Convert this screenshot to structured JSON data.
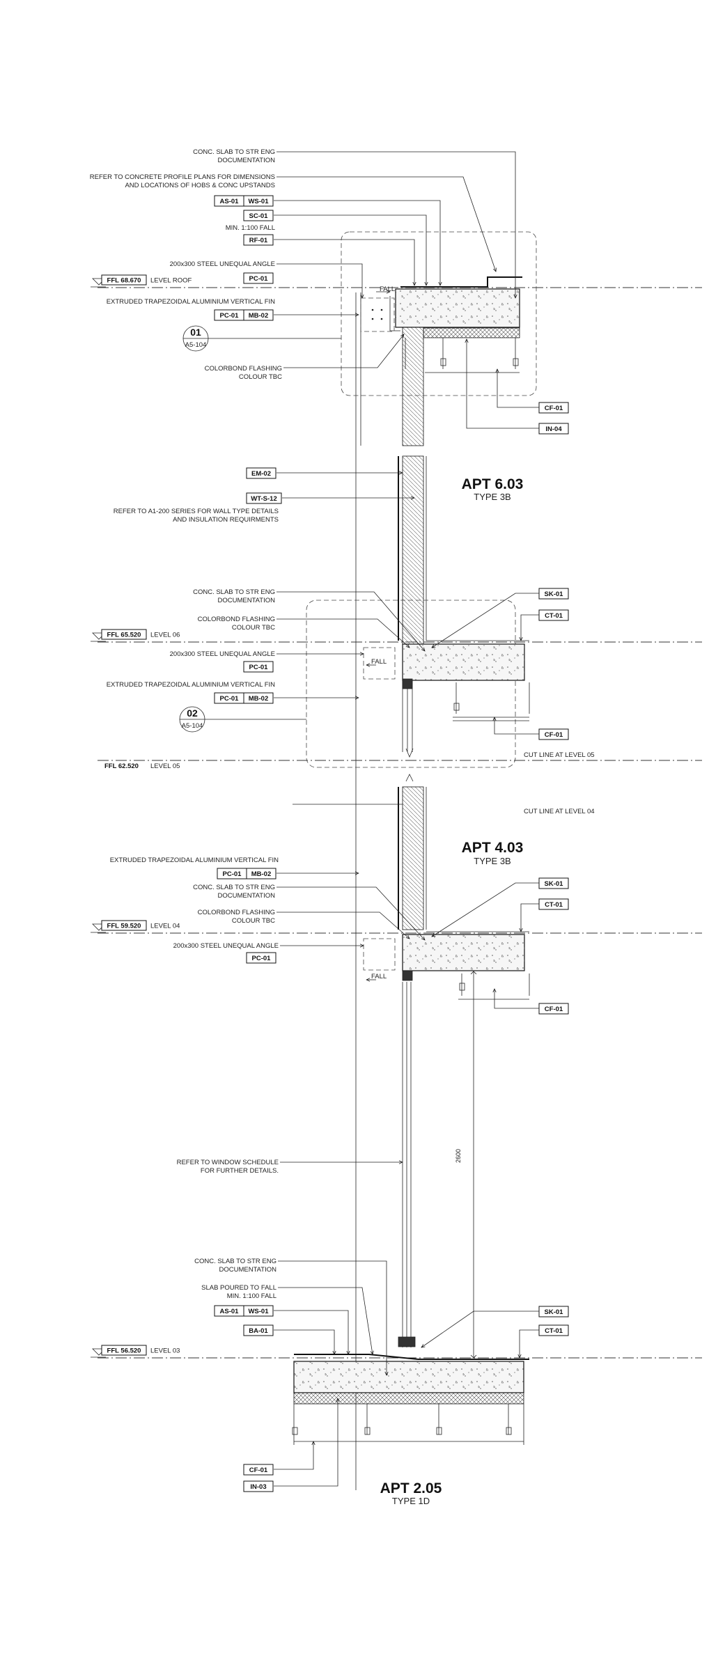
{
  "levels": [
    {
      "ffl": "FFL 68.670",
      "name": "LEVEL ROOF"
    },
    {
      "ffl": "FFL 65.520",
      "name": "LEVEL 06"
    },
    {
      "ffl": "FFL 62.520",
      "name": "LEVEL 05"
    },
    {
      "ffl": "FFL 59.520",
      "name": "LEVEL 04"
    },
    {
      "ffl": "FFL 56.520",
      "name": "LEVEL 03"
    }
  ],
  "notes": {
    "conc_slab_1": "CONC. SLAB TO STR ENG",
    "conc_slab_2": "DOCUMENTATION",
    "refer_profile_1": "REFER TO CONCRETE PROFILE PLANS FOR DIMENSIONS",
    "refer_profile_2": "AND LOCATIONS OF HOBS & CONC UPSTANDS",
    "min_fall": "MIN. 1:100 FALL",
    "steel_angle": "200x300 STEEL UNEQUAL ANGLE",
    "extruded_fin": "EXTRUDED TRAPEZOIDAL ALUMINIUM VERTICAL FIN",
    "colorbond_1": "COLORBOND FLASHING",
    "colorbond_2": "COLOUR TBC",
    "refer_wall_1": "REFER TO A1-200 SERIES FOR WALL TYPE  DETAILS",
    "refer_wall_2": "AND INSULATION REQUIRMENTS",
    "refer_window_1": "REFER TO WINDOW SCHEDULE",
    "refer_window_2": "FOR FURTHER DETAILS.",
    "slab_poured": "SLAB POURED TO FALL",
    "fall": "FALL",
    "cut_line_05": "CUT LINE AT LEVEL  05",
    "cut_line_04": "CUT LINE AT LEVEL  04",
    "dim_2600": "2600"
  },
  "tags": {
    "as01": "AS-01",
    "ws01": "WS-01",
    "sc01": "SC-01",
    "rf01": "RF-01",
    "pc01": "PC-01",
    "mb02": "MB-02",
    "cf01": "CF-01",
    "in04": "IN-04",
    "em02": "EM-02",
    "wts12": "WT-S-12",
    "sk01": "SK-01",
    "ct01": "CT-01",
    "ba01": "BA-01",
    "in03": "IN-03"
  },
  "callouts": [
    {
      "num": "01",
      "sheet": "A5-104"
    },
    {
      "num": "02",
      "sheet": "A5-104"
    }
  ],
  "apartments": [
    {
      "name": "APT 6.03",
      "type": "TYPE 3B"
    },
    {
      "name": "APT 4.03",
      "type": "TYPE 3B"
    },
    {
      "name": "APT 2.05",
      "type": "TYPE 1D"
    }
  ]
}
